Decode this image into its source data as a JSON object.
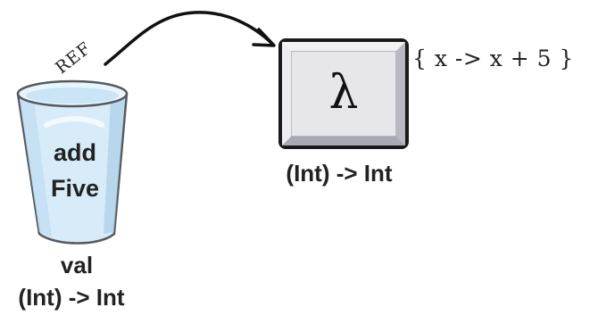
{
  "variable_cup": {
    "name_line_1": "add",
    "name_line_2": "Five",
    "keyword": "val",
    "type": "(Int) -> Int",
    "cup_colors": {
      "fill": "#d7ecf8",
      "inner": "#c2dff2",
      "shadow": "#9fc7e2"
    }
  },
  "reference_arrow": {
    "label": "REF"
  },
  "lambda_object": {
    "symbol": "λ",
    "body": "{ x -> x + 5 }",
    "type": "(Int) -> Int",
    "box_colors": {
      "fill": "#dcdce2",
      "bevel_light": "#efeff3",
      "bevel_dark": "#b7b7c0"
    }
  }
}
